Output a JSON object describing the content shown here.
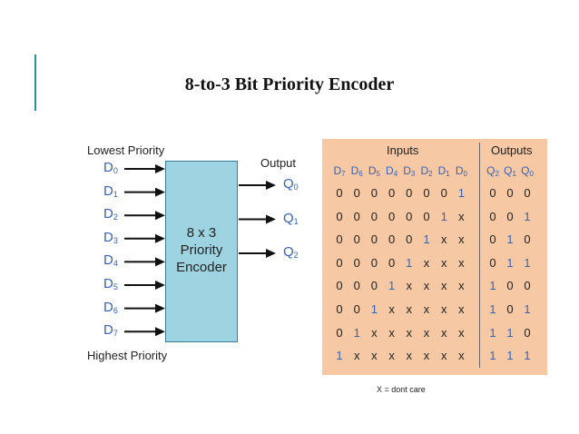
{
  "slide": {
    "title": "8-to-3 Bit Priority Encoder",
    "accent_color": "#2a8fa8"
  },
  "diagram": {
    "lowest_label": "Lowest Priority",
    "highest_label": "Highest Priority",
    "output_label": "Output",
    "block_lines": [
      "8 x 3",
      "Priority",
      "Encoder"
    ],
    "inputs": [
      {
        "base": "D",
        "sub": "0"
      },
      {
        "base": "D",
        "sub": "1"
      },
      {
        "base": "D",
        "sub": "2"
      },
      {
        "base": "D",
        "sub": "3"
      },
      {
        "base": "D",
        "sub": "4"
      },
      {
        "base": "D",
        "sub": "5"
      },
      {
        "base": "D",
        "sub": "6"
      },
      {
        "base": "D",
        "sub": "7"
      }
    ],
    "outputs": [
      {
        "base": "Q",
        "sub": "0"
      },
      {
        "base": "Q",
        "sub": "1"
      },
      {
        "base": "Q",
        "sub": "2"
      }
    ],
    "box_color": "#9ed4e2",
    "label_color": "#3a62b5"
  },
  "table": {
    "inputs_header": "Inputs",
    "outputs_header": "Outputs",
    "input_cols": [
      {
        "base": "D",
        "sub": "7"
      },
      {
        "base": "D",
        "sub": "6"
      },
      {
        "base": "D",
        "sub": "5"
      },
      {
        "base": "D",
        "sub": "4"
      },
      {
        "base": "D",
        "sub": "3"
      },
      {
        "base": "D",
        "sub": "2"
      },
      {
        "base": "D",
        "sub": "1"
      },
      {
        "base": "D",
        "sub": "0"
      }
    ],
    "output_cols": [
      {
        "base": "Q",
        "sub": "2"
      },
      {
        "base": "Q",
        "sub": "1"
      },
      {
        "base": "Q",
        "sub": "0"
      }
    ],
    "rows": [
      {
        "in": [
          "0",
          "0",
          "0",
          "0",
          "0",
          "0",
          "0",
          "1"
        ],
        "out": [
          "0",
          "0",
          "0"
        ]
      },
      {
        "in": [
          "0",
          "0",
          "0",
          "0",
          "0",
          "0",
          "1",
          "x"
        ],
        "out": [
          "0",
          "0",
          "1"
        ]
      },
      {
        "in": [
          "0",
          "0",
          "0",
          "0",
          "0",
          "1",
          "x",
          "x"
        ],
        "out": [
          "0",
          "1",
          "0"
        ]
      },
      {
        "in": [
          "0",
          "0",
          "0",
          "0",
          "1",
          "x",
          "x",
          "x"
        ],
        "out": [
          "0",
          "1",
          "1"
        ]
      },
      {
        "in": [
          "0",
          "0",
          "0",
          "1",
          "x",
          "x",
          "x",
          "x"
        ],
        "out": [
          "1",
          "0",
          "0"
        ]
      },
      {
        "in": [
          "0",
          "0",
          "1",
          "x",
          "x",
          "x",
          "x",
          "x"
        ],
        "out": [
          "1",
          "0",
          "1"
        ]
      },
      {
        "in": [
          "0",
          "1",
          "x",
          "x",
          "x",
          "x",
          "x",
          "x"
        ],
        "out": [
          "1",
          "1",
          "0"
        ]
      },
      {
        "in": [
          "1",
          "x",
          "x",
          "x",
          "x",
          "x",
          "x",
          "x"
        ],
        "out": [
          "1",
          "1",
          "1"
        ]
      }
    ],
    "background": "#f6c8a3",
    "footnote": "X = dont care"
  }
}
